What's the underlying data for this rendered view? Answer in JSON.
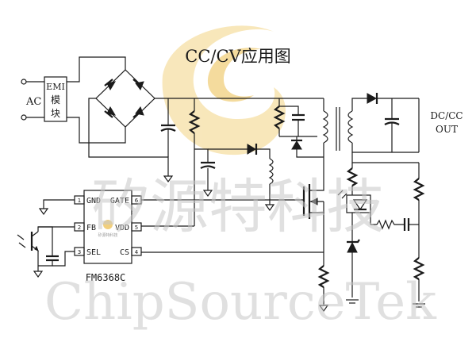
{
  "title": "CC/CV应用图",
  "labels": {
    "ac": "AC",
    "emi_line1": "EMI",
    "emi_line2": "模",
    "emi_line3": "块",
    "output_line1": "DC/CC",
    "output_line2": "OUT",
    "chip_name": "FM6368C"
  },
  "chip_pins": [
    {
      "num": "1",
      "name": "GND"
    },
    {
      "num": "2",
      "name": "FB"
    },
    {
      "num": "3",
      "name": "SEL"
    },
    {
      "num": "6",
      "name": "GATE"
    },
    {
      "num": "5",
      "name": "VDD"
    },
    {
      "num": "4",
      "name": "CS"
    }
  ],
  "watermark": {
    "chinese": "矽源特科技",
    "english": "ChipSourceTek",
    "logo_caption": "矽源特科技"
  },
  "colors": {
    "line": "#1a1a1a",
    "watermark_text": "#c8c8c8",
    "logo_yellow": "#f6dfa4",
    "logo_yellow_dark": "#f1cf7d"
  }
}
